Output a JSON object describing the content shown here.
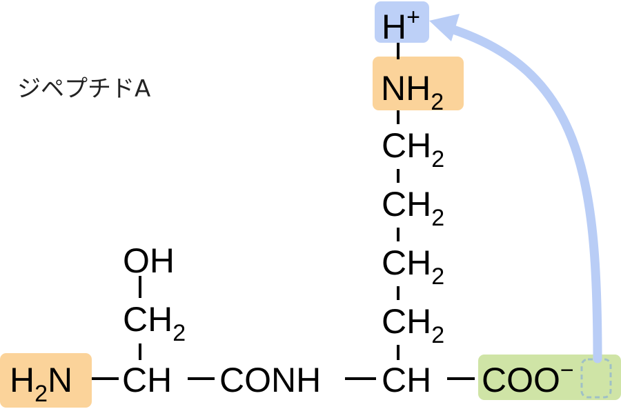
{
  "title": "ジペプチドA",
  "colors": {
    "amine_highlight": "#fbd39a",
    "proton_highlight": "#bdd0f7",
    "carboxylate_highlight": "#cfe4a6",
    "arrow": "#b9cdf6",
    "dashed_box": "#9fc0c6"
  },
  "groups": {
    "proton": "H",
    "proton_charge": "+",
    "lys_amine_n": "NH",
    "lys_amine_sub": "2",
    "ch2_main": "CH",
    "ch2_sub": "2",
    "hydroxyl": "OH",
    "n_term_h": "H",
    "n_term_sub": "2",
    "n_term_n": "N",
    "ser_ch": "CH",
    "conh": "CONH",
    "lys_ch": "CH",
    "carboxylate": "COO",
    "carboxylate_charge": "−"
  }
}
